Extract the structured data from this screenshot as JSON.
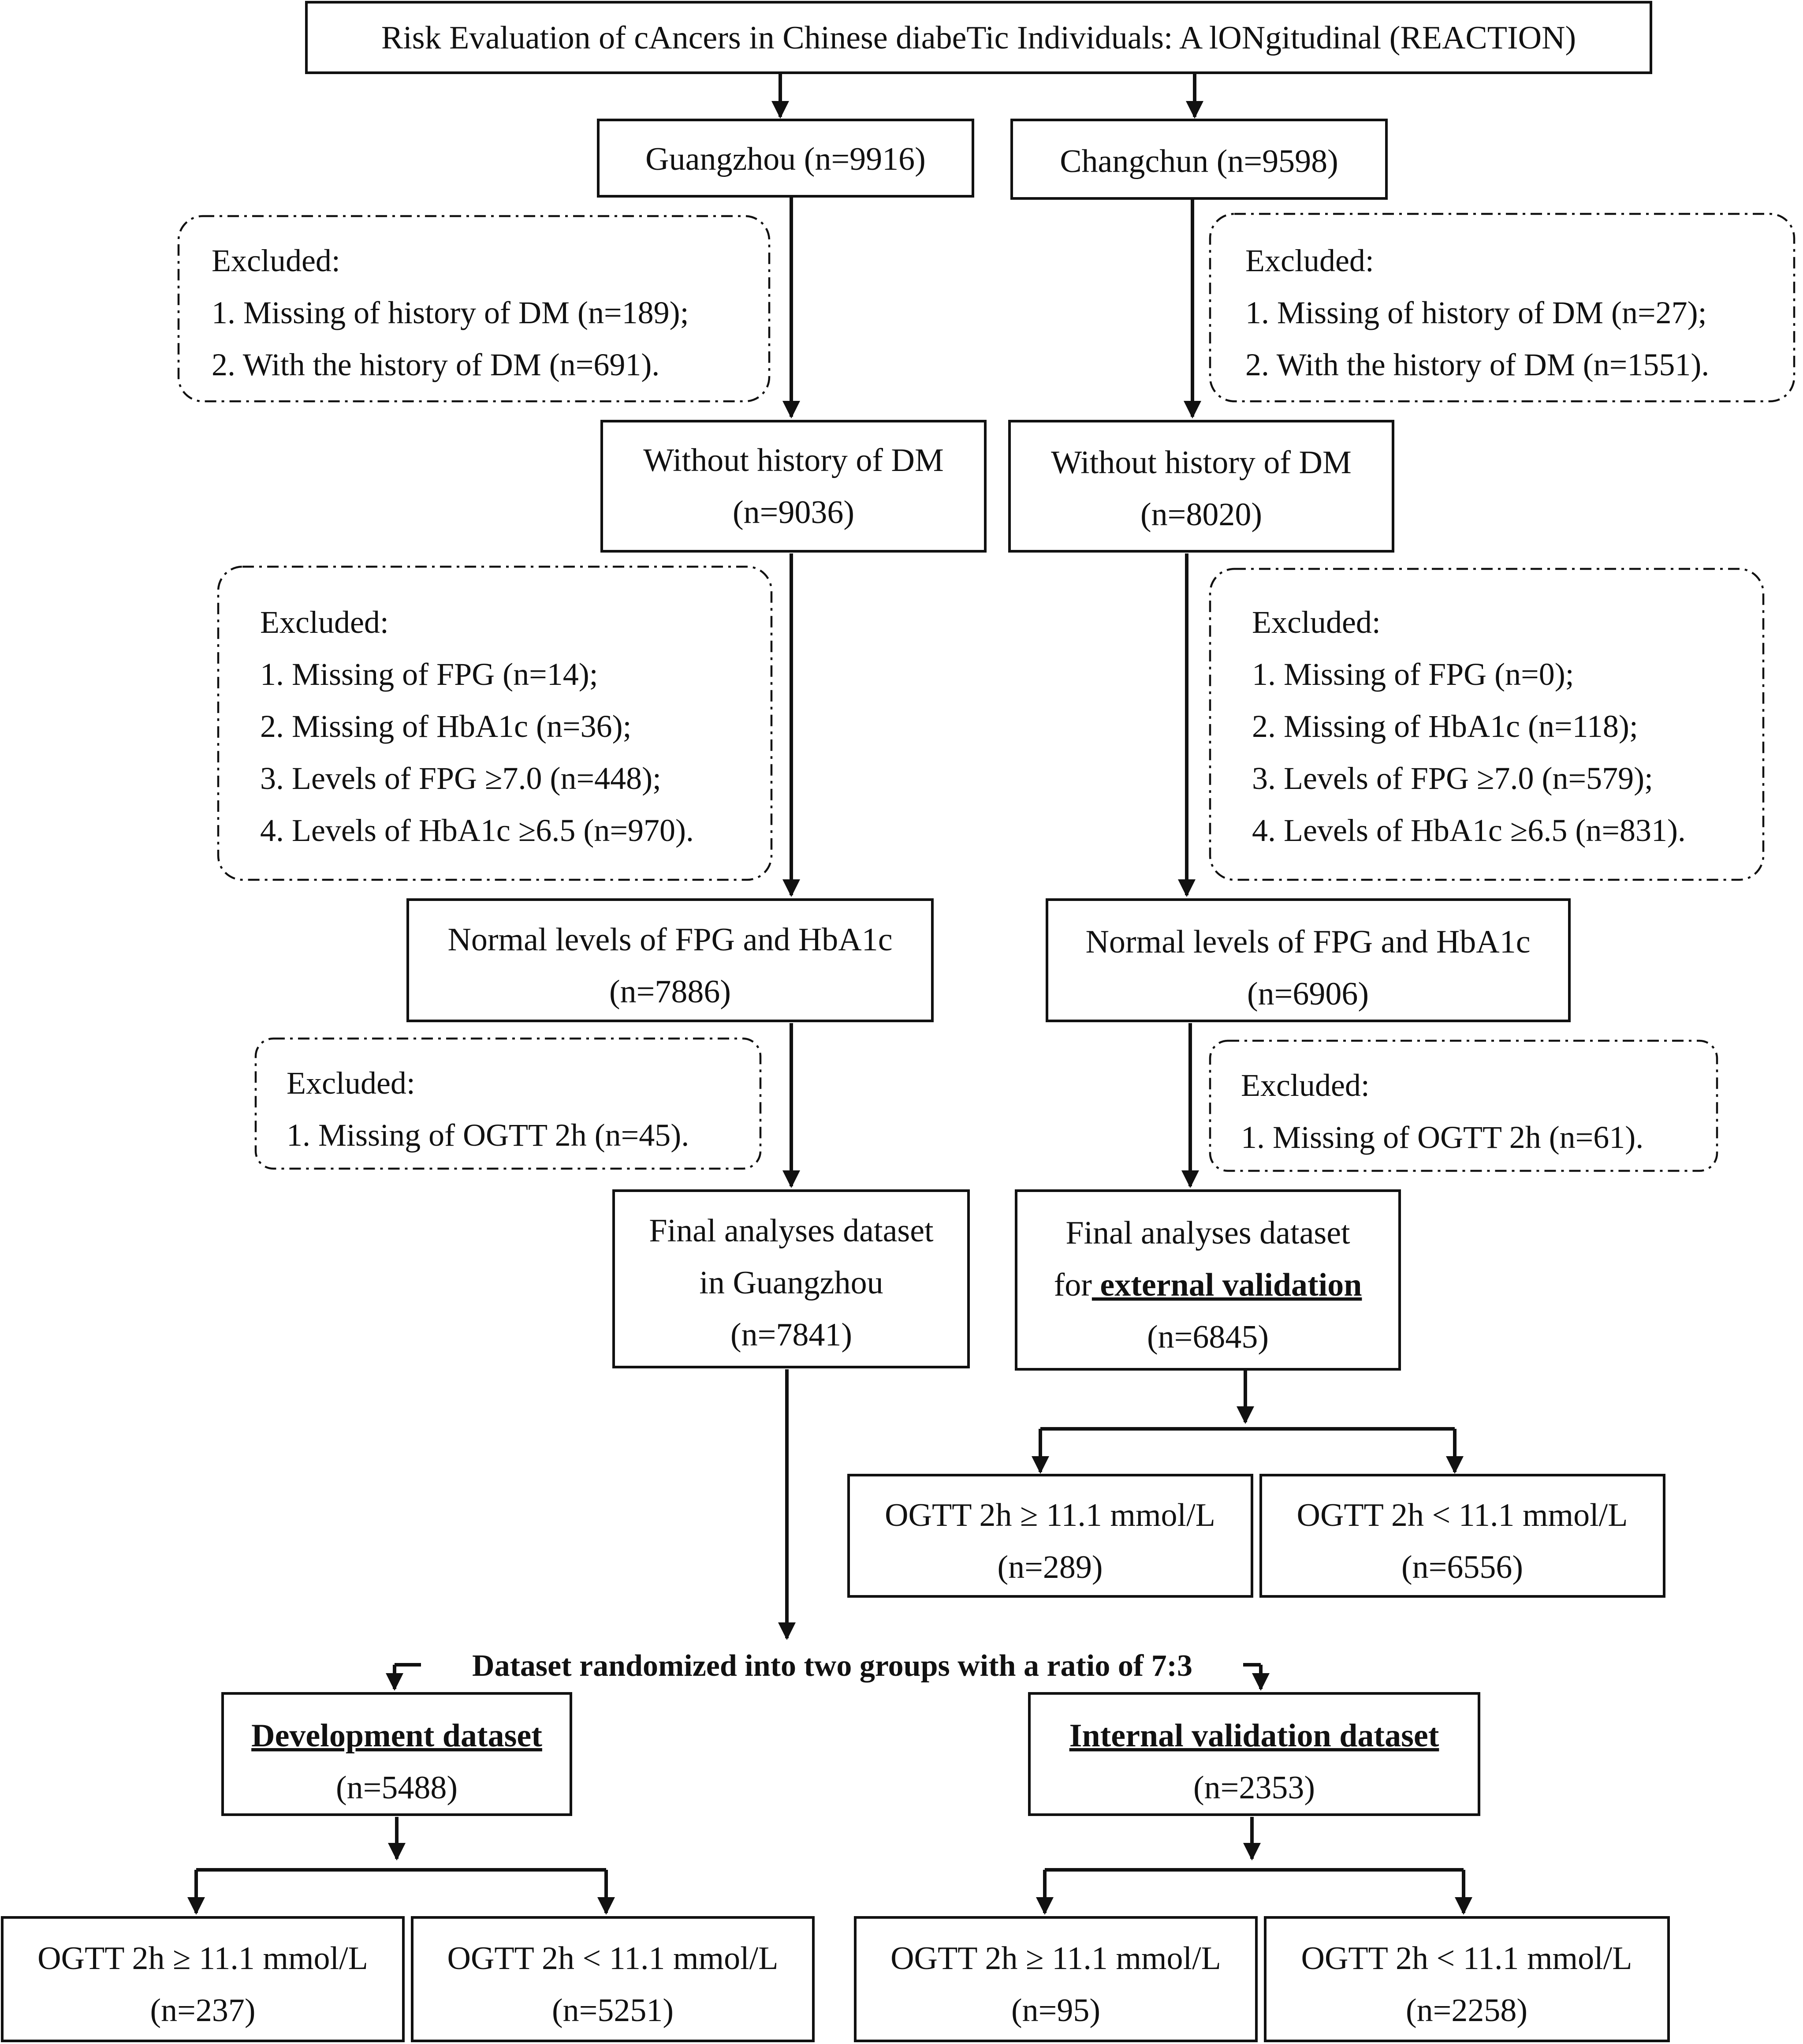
{
  "top": {
    "title": "Risk Evaluation of cAncers in Chinese diabeTic Individuals: A lONgitudinal (REACTION)"
  },
  "guangzhou": {
    "cohort": "Guangzhou (n=9916)",
    "excl1": {
      "head": "Excluded:",
      "items": [
        "1. Missing of history of DM (n=189);",
        "2. With the history of DM (n=691)."
      ]
    },
    "no_dm": {
      "line1": "Without history of DM",
      "line2": "(n=9036)"
    },
    "excl2": {
      "head": "Excluded:",
      "items": [
        "1. Missing of FPG (n=14);",
        "2. Missing of HbA1c (n=36);",
        "3. Levels of FPG ≥7.0 (n=448);",
        "4. Levels of HbA1c ≥6.5 (n=970)."
      ]
    },
    "normal": {
      "line1": "Normal levels of FPG and HbA1c",
      "line2": "(n=7886)"
    },
    "excl3": {
      "head": "Excluded:",
      "items": [
        "1. Missing of OGTT 2h (n=45)."
      ]
    },
    "final": {
      "line1": "Final analyses dataset",
      "line2": "in Guangzhou",
      "line3": "(n=7841)"
    }
  },
  "changchun": {
    "cohort": "Changchun (n=9598)",
    "excl1": {
      "head": "Excluded:",
      "items": [
        "1. Missing of history of DM (n=27);",
        "2. With the history of DM (n=1551)."
      ]
    },
    "no_dm": {
      "line1": "Without history of DM",
      "line2": "(n=8020)"
    },
    "excl2": {
      "head": "Excluded:",
      "items": [
        "1. Missing of FPG (n=0);",
        "2. Missing of HbA1c (n=118);",
        "3. Levels of FPG ≥7.0 (n=579);",
        "4. Levels of HbA1c ≥6.5 (n=831)."
      ]
    },
    "normal": {
      "line1": "Normal levels of FPG and HbA1c",
      "line2": "(n=6906)"
    },
    "excl3": {
      "head": "Excluded:",
      "items": [
        "1. Missing of OGTT 2h (n=61)."
      ]
    },
    "final": {
      "line1": "Final analyses dataset",
      "line2_prefix": "for",
      "line2_bold": " external validation",
      "line3": "(n=6845)"
    },
    "split": [
      {
        "line1": "OGTT 2h ≥ 11.1 mmol/L",
        "line2": "(n=289)"
      },
      {
        "line1": "OGTT 2h < 11.1 mmol/L",
        "line2": "(n=6556)"
      }
    ]
  },
  "randomize": {
    "label": "Dataset randomized into two groups with a ratio of 7:3"
  },
  "development": {
    "title": "Development dataset",
    "n": "(n=5488)",
    "split": [
      {
        "line1": "OGTT 2h ≥ 11.1 mmol/L",
        "line2": "(n=237)"
      },
      {
        "line1": "OGTT 2h < 11.1 mmol/L",
        "line2": "(n=5251)"
      }
    ]
  },
  "internal": {
    "title": "Internal validation dataset",
    "n": "(n=2353)",
    "split": [
      {
        "line1": "OGTT 2h ≥ 11.1 mmol/L",
        "line2": "(n=95)"
      },
      {
        "line1": "OGTT 2h < 11.1 mmol/L",
        "line2": "(n=2258)"
      }
    ]
  }
}
